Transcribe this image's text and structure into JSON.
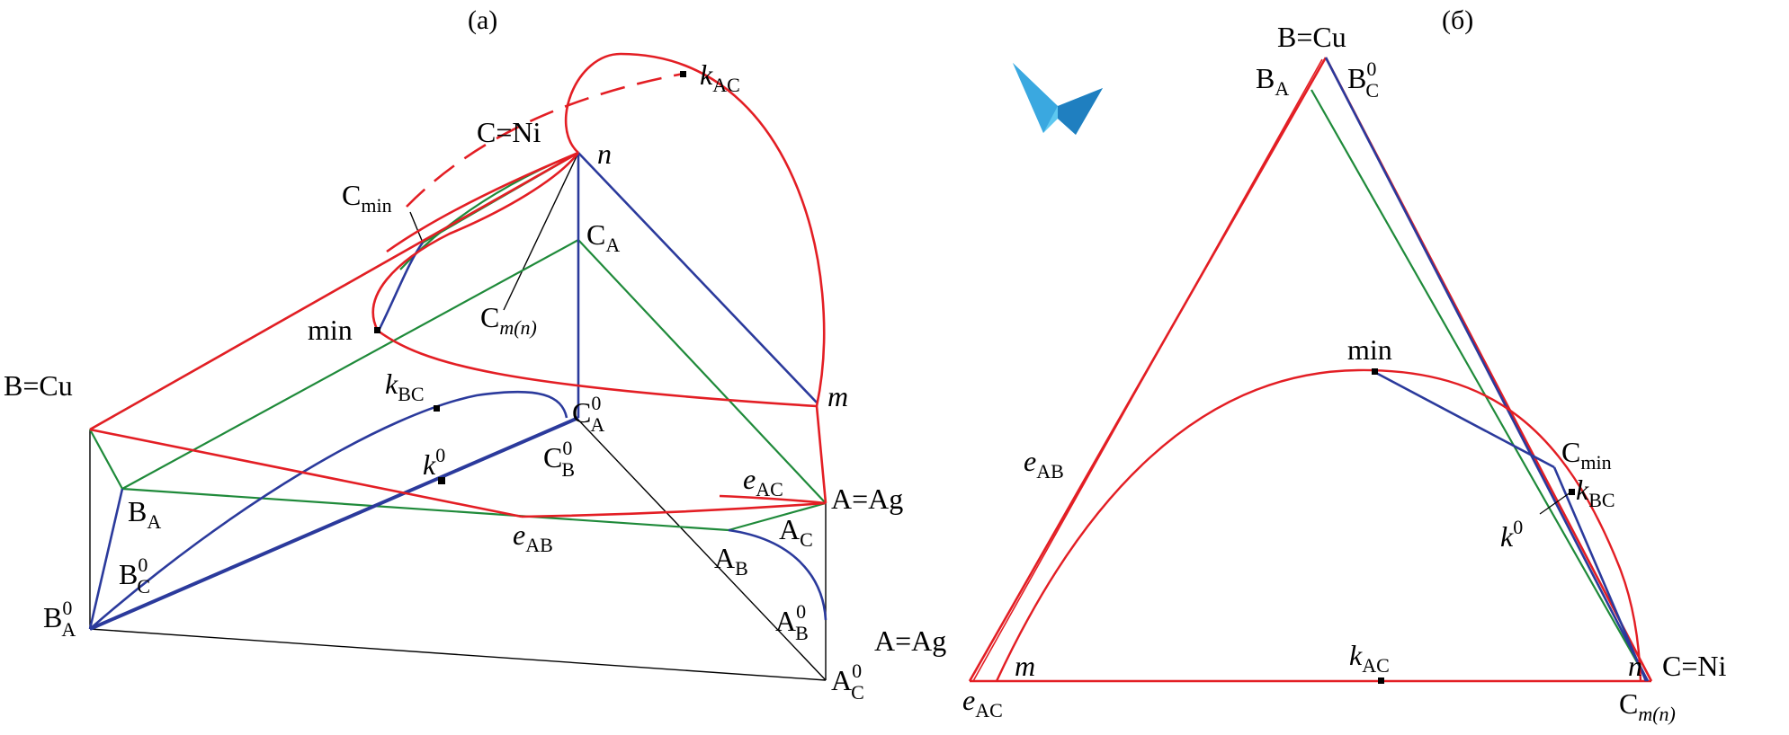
{
  "colors": {
    "red": "#e31e24",
    "blue": "#2b3a9c",
    "green": "#1f8a3a",
    "black": "#000000",
    "logo_light": "#5ec8f0",
    "logo_dark": "#1f7fc0"
  },
  "panel_a": {
    "caption": "(a)",
    "labels": {
      "kac_k": "k",
      "kac_sub": "AC",
      "cni": "C=Ni",
      "n": "n",
      "cmin_c": "C",
      "cmin_sub": "min",
      "ca_c": "C",
      "ca_sub": "A",
      "min": "min",
      "cmn_c": "C",
      "cmn_sub": "m(n)",
      "bcu": "B=Cu",
      "kbc_k": "k",
      "kbc_sub": "BC",
      "m": "m",
      "ca0_c": "C",
      "ca0_sup": "0",
      "ca0_sub": "A",
      "k0_k": "k",
      "k0_sup": "0",
      "cb0_c": "C",
      "cb0_sup": "0",
      "cb0_sub": "B",
      "eac_e": "e",
      "eac_sub": "AC",
      "aag": "A=Ag",
      "ba_b": "B",
      "ba_sub": "A",
      "eab_e": "e",
      "eab_sub": "AB",
      "ac_a": "A",
      "ac_sub": "C",
      "ab_a": "A",
      "ab_sub": "B",
      "bc0_b": "B",
      "bc0_sup": "0",
      "bc0_sub": "C",
      "ab0_a": "A",
      "ab0_sup": "0",
      "ab0_sub": "B",
      "ba0_b": "B",
      "ba0_sup": "0",
      "ba0_sub": "A",
      "ac0_a": "A",
      "ac0_sup": "0",
      "ac0_sub": "C"
    }
  },
  "panel_b": {
    "caption": "(б)",
    "labels": {
      "bcu": "B=Cu",
      "ba_b": "B",
      "ba_sub": "A",
      "bc0_b": "B",
      "bc0_sup": "0",
      "bc0_sub": "C",
      "min": "min",
      "eab_e": "e",
      "eab_sub": "AB",
      "cmin_c": "C",
      "cmin_sub": "min",
      "kbc_k": "k",
      "kbc_sub": "BC",
      "k0_k": "k",
      "k0_sup": "0",
      "aag": "A=Ag",
      "m": "m",
      "kac_k": "k",
      "kac_sub": "AC",
      "n": "n",
      "cni": "C=Ni",
      "eac_e": "e",
      "eac_sub": "AC",
      "cmn_c": "C",
      "cmn_sub": "m(n)"
    }
  },
  "logo": {
    "name": "software-logo-icon"
  }
}
